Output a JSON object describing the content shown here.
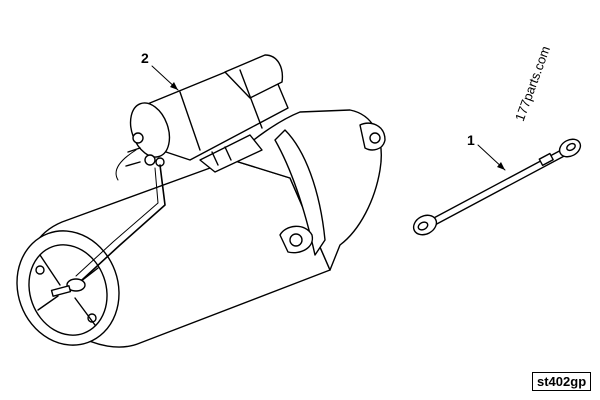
{
  "diagram": {
    "callouts": [
      {
        "id": "2",
        "label": "2",
        "part": "solenoid"
      },
      {
        "id": "1",
        "label": "1",
        "part": "ground-strap"
      }
    ],
    "watermark": "177parts.com",
    "figure_code": "st402gp"
  }
}
